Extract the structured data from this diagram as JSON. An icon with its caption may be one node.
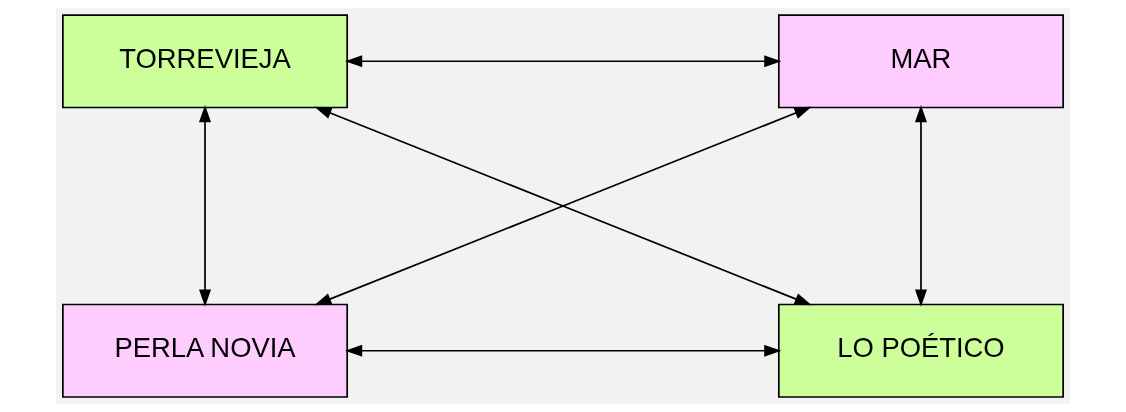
{
  "diagram": {
    "nodes": [
      {
        "text": [
          "TORREVIEJA"
        ]
      },
      {
        "text": [
          "MAR"
        ]
      },
      {
        "text": [
          "PERLA NOVIA"
        ]
      },
      {
        "text": [
          "LO POÉTICO"
        ]
      }
    ],
    "edges": [
      {
        "from": 0,
        "to": 1,
        "arrow": "both"
      },
      {
        "from": 0,
        "to": 2,
        "arrow": "both"
      },
      {
        "from": 0,
        "to": 3,
        "arrow": "both"
      },
      {
        "from": 1,
        "to": 2,
        "arrow": "both"
      },
      {
        "from": 1,
        "to": 3,
        "arrow": "both"
      },
      {
        "from": 2,
        "to": 3,
        "arrow": "both"
      }
    ]
  }
}
